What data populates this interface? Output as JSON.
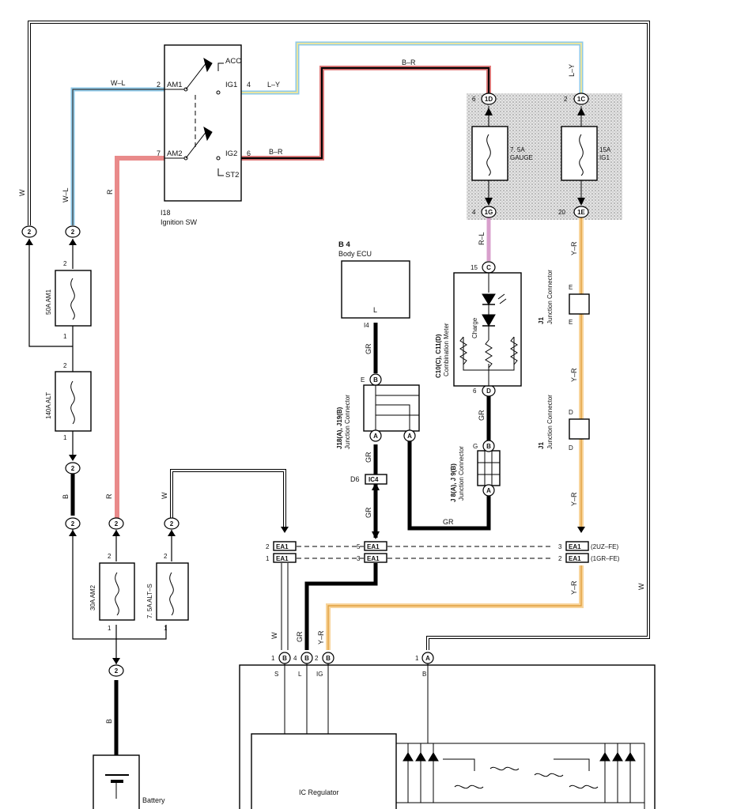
{
  "ignition_switch": {
    "id": "I18",
    "name": "Ignition SW",
    "terminals": {
      "am1": "AM1",
      "am2": "AM2",
      "acc": "ACC",
      "ig1": "IG1",
      "ig2": "IG2",
      "st2": "ST2"
    },
    "pins": {
      "am1": "2",
      "am2": "7",
      "ig1": "4",
      "ig2": "6"
    }
  },
  "wires": {
    "wl": "W–L",
    "ly": "L–Y",
    "br": "B–R",
    "r": "R",
    "w": "W",
    "b": "B",
    "rl": "R–L",
    "yr": "Y–R",
    "gr": "GR"
  },
  "fuses": {
    "gauge": {
      "amp": "7. 5A",
      "name": "GAUGE"
    },
    "ig1": {
      "amp": "15A",
      "name": "IG1"
    },
    "am1": "50A AM1",
    "alt": "140A ALT",
    "am2": "30A AM2",
    "alts": "7. 5A ALT–S"
  },
  "connectors": {
    "c1d": "1D",
    "c1c": "1C",
    "c1g": "1G",
    "c1e": "1E",
    "c": "C",
    "d": "D",
    "b": "B",
    "a": "A",
    "ic4": "IC4",
    "ea1": "EA1",
    "two": "2",
    "pin6": "6",
    "pin2": "2",
    "pin4": "4",
    "pin20": "20",
    "pin15": "15",
    "pin6b": "6",
    "pinE": "E",
    "pinG": "G",
    "pin1": "1",
    "pin4b": "4",
    "pin2b": "2",
    "pin1b": "1",
    "pin3": "3",
    "pin5": "5",
    "pin3b": "3",
    "pin2c": "2",
    "pin1c": "1",
    "pin2d": "2",
    "pin1d": "1",
    "pinEm": "E",
    "pinEm2": "E",
    "pinD": "D",
    "pinD2": "D",
    "pin14": "I4"
  },
  "body_ecu": {
    "id": "B 4",
    "name": "Body ECU",
    "pin": "L"
  },
  "combination_meter": {
    "ids": "C10(C), C11(D)",
    "name": "Combination Meter",
    "lamp": "Charge"
  },
  "junction_j18": {
    "ids": "J18(A), J19(B)",
    "name": "Junction Connector"
  },
  "junction_j8": {
    "ids": "J 8(A), J 9(B)",
    "name": "Junction Connector"
  },
  "junction_j1a": {
    "id": "J1",
    "name": "Junction Connector"
  },
  "junction_j1b": {
    "id": "J1",
    "name": "Junction Connector"
  },
  "d6": "D6",
  "engine_variants": {
    "v1": "(2UZ–FE)",
    "v2": "(1GR–FE)"
  },
  "alternator": {
    "terminals": {
      "s": "S",
      "l": "L",
      "ig": "IG",
      "b": "B"
    },
    "regulator": "IC Regulator"
  },
  "battery": "Battery"
}
